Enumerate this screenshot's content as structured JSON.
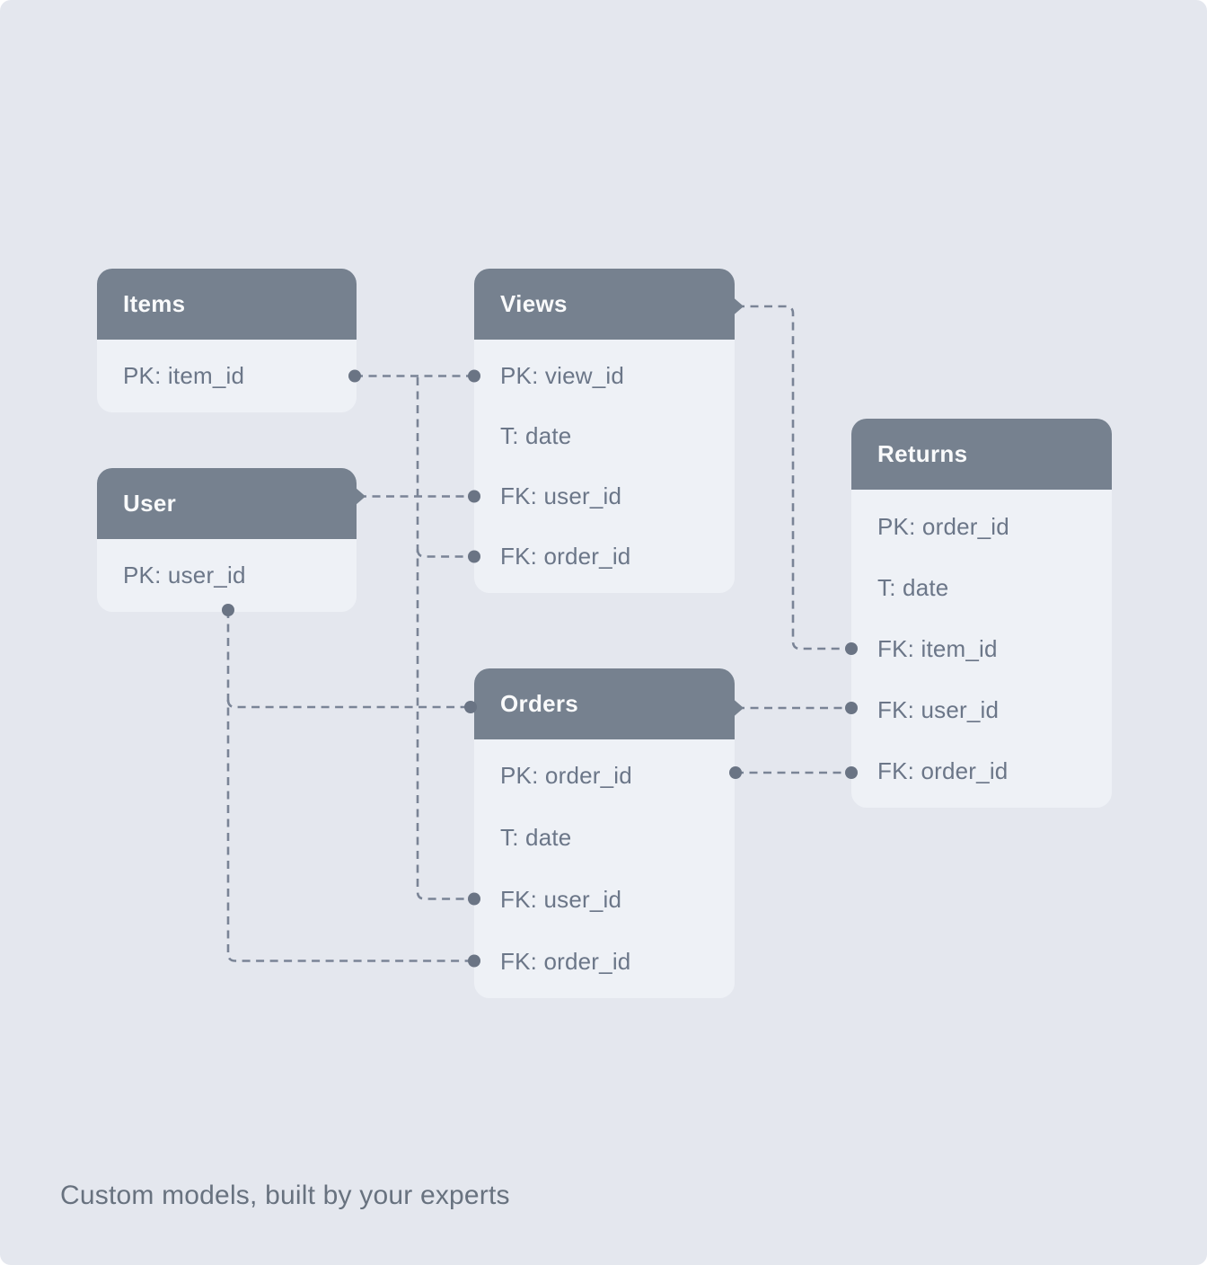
{
  "diagram": {
    "caption": "Custom models, built by your experts",
    "tables": {
      "items": {
        "title": "Items",
        "rows": [
          "PK: item_id"
        ]
      },
      "user": {
        "title": "User",
        "rows": [
          "PK: user_id"
        ]
      },
      "views": {
        "title": "Views",
        "rows": [
          "PK: view_id",
          "T: date",
          "FK: user_id",
          "FK: order_id"
        ]
      },
      "orders": {
        "title": "Orders",
        "rows": [
          "PK: order_id",
          "T: date",
          "FK: user_id",
          "FK: order_id"
        ]
      },
      "returns": {
        "title": "Returns",
        "rows": [
          "PK: order_id",
          "T: date",
          "FK: item_id",
          "FK: user_id",
          "FK: order_id"
        ]
      }
    },
    "edges": [
      {
        "from": "Items.PK: item_id",
        "to": "Views.PK: view_id"
      },
      {
        "from": "Items.PK: item_id",
        "to": "Views.FK: order_id"
      },
      {
        "from": "Items.PK: item_id",
        "to": "Orders.FK: user_id"
      },
      {
        "from": "User (header)",
        "to": "Views.FK: user_id"
      },
      {
        "from": "User.PK: user_id",
        "to": "Orders (header)"
      },
      {
        "from": "User.PK: user_id",
        "to": "Orders.FK: order_id"
      },
      {
        "from": "Views (header)",
        "to": "Returns.FK: item_id"
      },
      {
        "from": "Orders (header)",
        "to": "Returns.FK: user_id"
      },
      {
        "from": "Orders.PK: order_id",
        "to": "Returns.FK: order_id"
      }
    ],
    "colors": {
      "background": "#E4E7EE",
      "table_header": "#76818F",
      "table_body": "#EEF1F6",
      "header_text": "#F9FAFB",
      "row_text": "#6B7688",
      "connector_line": "#7A8496",
      "connector_dot": "#6A7484",
      "caption_text": "#68727F"
    }
  }
}
